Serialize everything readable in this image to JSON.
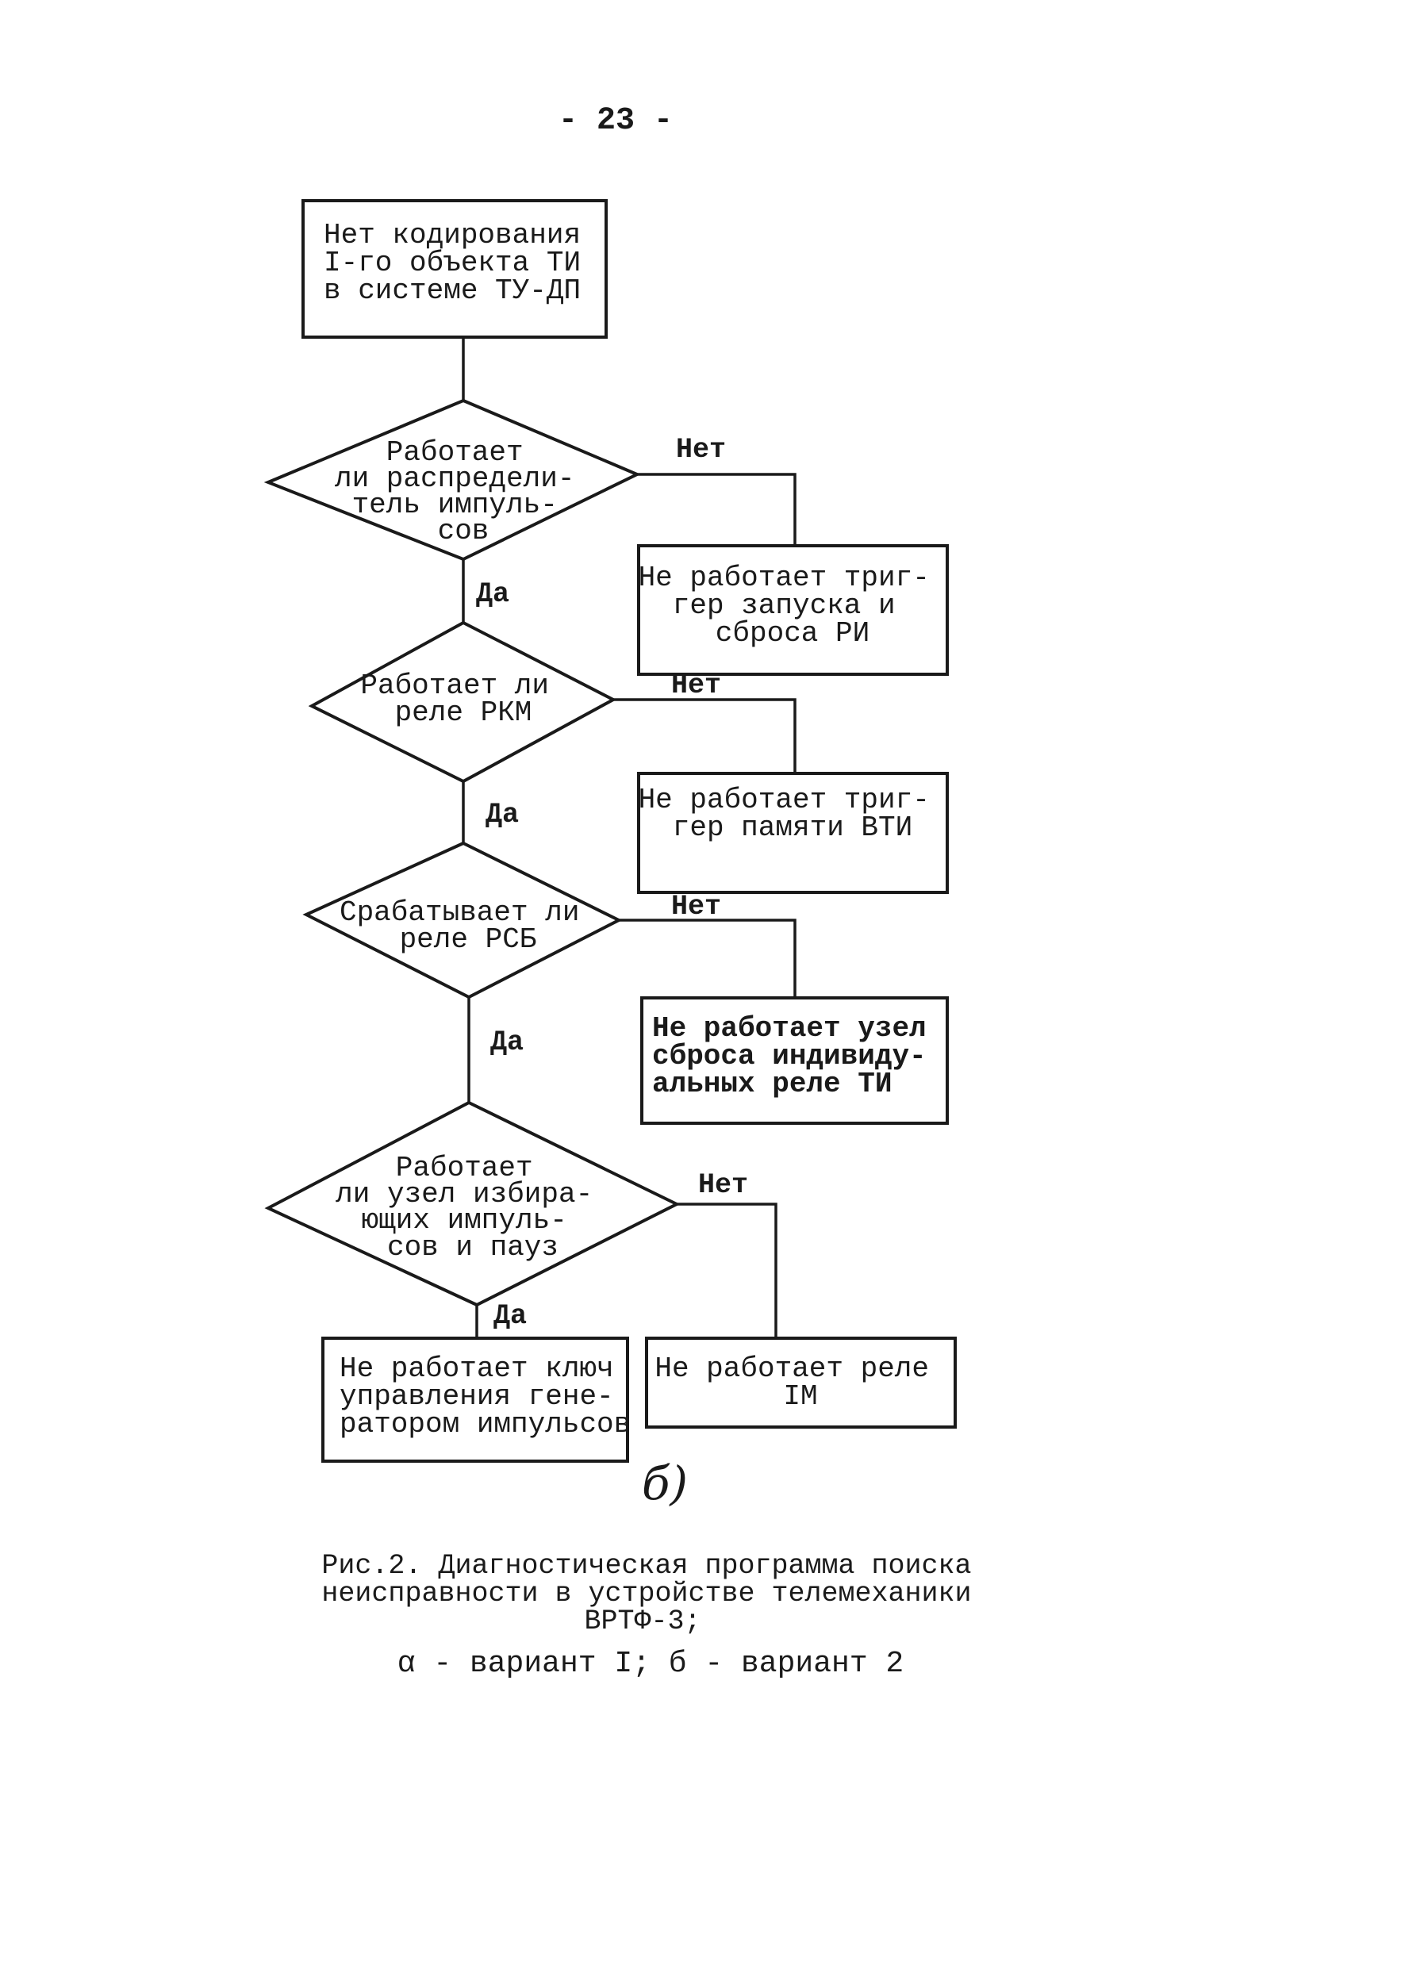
{
  "page_number": "- 23 -",
  "nodes": {
    "start": [
      "Нет кодирования",
      "I-го объекта ТИ",
      "в системе ТУ-ДП"
    ],
    "decision1": [
      "Работает",
      "ли распредели-",
      "тель импуль-",
      "сов"
    ],
    "result1": [
      "Не работает триг-",
      "гер запуска  и",
      "сброса РИ"
    ],
    "decision2": [
      "Работает ли",
      "реле РКМ"
    ],
    "result2": [
      "Не работает триг-",
      "гер памяти ВТИ"
    ],
    "decision3": [
      "Срабатывает ли",
      "реле РСБ"
    ],
    "result3": [
      "Не работает узел",
      "сброса индивиду-",
      "альных реле ТИ"
    ],
    "decision4": [
      "Работает",
      "ли узел избира-",
      "ющих импуль-",
      "сов и пауз"
    ],
    "result4_yes": [
      "Не работает ключ",
      "управления гене-",
      "ратором импульсов"
    ],
    "result4_no": [
      "Не работает реле",
      "IM"
    ]
  },
  "branch_labels": {
    "no1": "Нет",
    "yes1": "Да",
    "no2": "Нет",
    "yes2": "Да",
    "no3": "Нет",
    "yes3": "Да",
    "no4": "Нет",
    "yes4": "Да"
  },
  "figure_letter": "б)",
  "caption": {
    "line1": "Рис.2. Диагностическая программа поиска",
    "line2": "неисправности в устройстве телемеханики",
    "line3": "ВРТФ-3;",
    "variants": "α - вариант I; б - вариант 2"
  }
}
